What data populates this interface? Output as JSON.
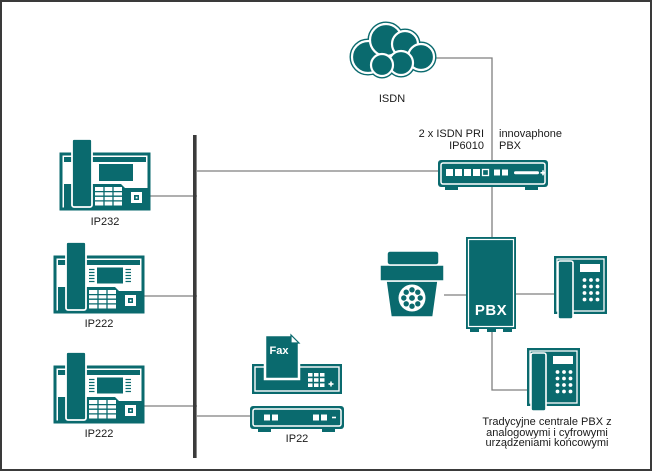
{
  "colors": {
    "teal": "#0a6a6e",
    "connector_gray": "#7f7f7f",
    "bus_black": "#3b3b3b",
    "text": "#1a1a1a",
    "background": "#ffffff"
  },
  "nodes": {
    "cloud": {
      "label": "ISDN",
      "icon": "cloud-icon"
    },
    "gateway": {
      "label_left_line1": "2 x ISDN PRI",
      "label_left_line2": "IP6010",
      "label_right_line1": "innovaphone",
      "label_right_line2": "PBX",
      "icon": "rack-gateway-icon"
    },
    "pbx": {
      "label": "PBX",
      "icon": "pbx-cabinet-icon"
    },
    "rotary_phone": {
      "icon": "rotary-phone-icon"
    },
    "desk_phone_right": {
      "icon": "desk-phone-icon"
    },
    "desk_phone_bottom": {
      "icon": "desk-phone-icon"
    },
    "fax": {
      "label": "Fax",
      "icon": "fax-machine-icon"
    },
    "ip22": {
      "label": "IP22",
      "icon": "adapter-device-icon"
    },
    "ip_phone_1": {
      "label": "IP232",
      "icon": "ip-phone-icon"
    },
    "ip_phone_2": {
      "label": "IP222",
      "icon": "ip-phone-icon"
    },
    "ip_phone_3": {
      "label": "IP222",
      "icon": "ip-phone-icon"
    }
  },
  "caption": {
    "line1": "Tradycyjne centrale PBX z",
    "line2": "analogowymi i cyfrowymi",
    "line3": "urządzeniami końcowymi"
  }
}
